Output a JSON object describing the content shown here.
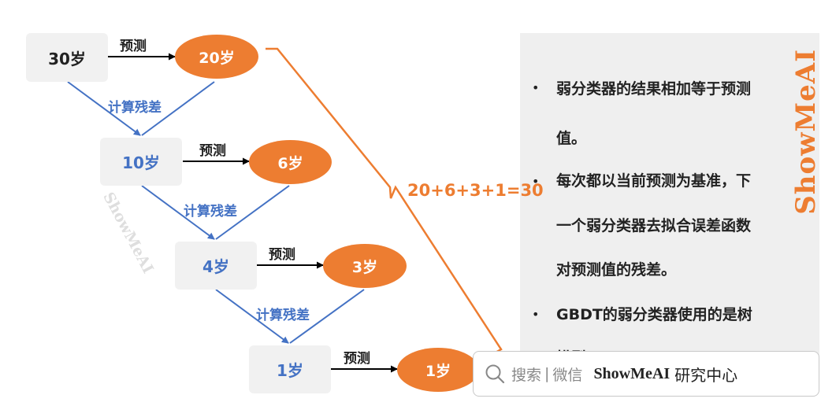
{
  "diagram": {
    "steps": [
      {
        "actual": "30岁",
        "prediction": "20岁"
      },
      {
        "actual": "10岁",
        "prediction": "6岁"
      },
      {
        "actual": "4岁",
        "prediction": "3岁"
      },
      {
        "actual": "1岁",
        "prediction": "1岁"
      }
    ],
    "predict_label": "预测",
    "residual_label": "计算残差",
    "sum_equation": "20+6+3+1=30"
  },
  "panel": {
    "bullets": [
      {
        "lines": [
          "弱分类器的结果相加等于预测",
          "值。"
        ]
      },
      {
        "lines": [
          "每次都以当前预测为基准，下",
          "一个弱分类器去拟合误差函数",
          "对预测值的残差。"
        ]
      },
      {
        "lines": [
          "GBDT的弱分类器使用的是树",
          "模型。"
        ]
      }
    ],
    "bullet_glyph": "•"
  },
  "branding": {
    "vertical_logo": "ShowMeAI",
    "watermark": "ShowMeAI",
    "search_placeholder": "搜索",
    "search_divider": "|",
    "search_channel": "微信",
    "search_brand": "ShowMeAI",
    "search_suffix": "研究中心"
  },
  "colors": {
    "accent_orange": "#ed7d31",
    "accent_blue": "#4472c4",
    "box_grey": "#f1f1f1",
    "panel_grey": "#efefef"
  }
}
